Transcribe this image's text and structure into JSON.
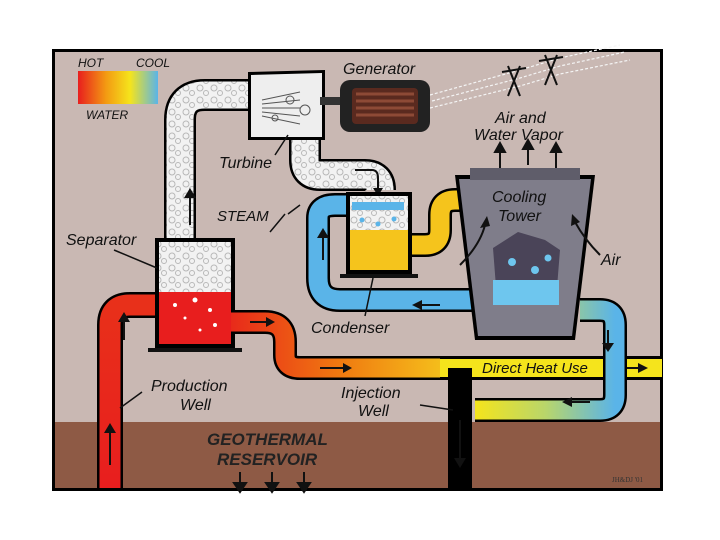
{
  "legend": {
    "hot": "HOT",
    "cool": "COOL",
    "water": "WATER"
  },
  "labels": {
    "generator": "Generator",
    "turbine": "Turbine",
    "steam": "STEAM",
    "separator": "Separator",
    "air_vapor_line1": "Air and",
    "air_vapor_line2": "Water Vapor",
    "cooling_line1": "Cooling",
    "cooling_line2": "Tower",
    "air": "Air",
    "condenser": "Condenser",
    "direct_heat": "Direct Heat Use",
    "production_line1": "Production",
    "production_line2": "Well",
    "injection_line1": "Injection",
    "injection_line2": "Well",
    "reservoir_line1": "GEOTHERMAL",
    "reservoir_line2": "RESERVOIR",
    "credit": "JH&DJ '01"
  },
  "colors": {
    "background": "#c9b8b3",
    "ground": "#8e5a45",
    "hot": "#e81e1e",
    "warm": "#f07a10",
    "yellow": "#f5e41c",
    "cool": "#5ab4e8",
    "tower": "#7f7d8a",
    "steam": "#f2f2f2"
  }
}
